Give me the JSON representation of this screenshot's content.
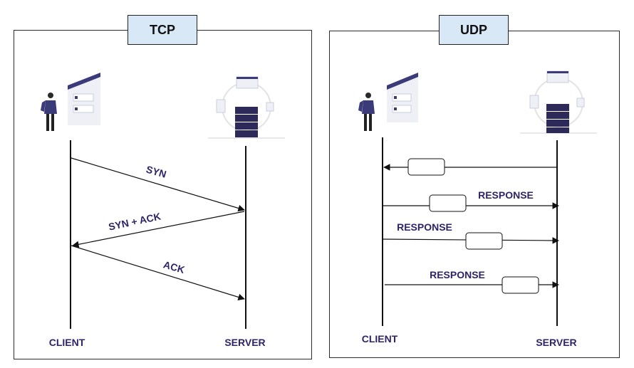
{
  "tcp": {
    "title": "TCP",
    "client_label": "CLIENT",
    "server_label": "SERVER",
    "messages": [
      "SYN",
      "SYN + ACK",
      "ACK"
    ]
  },
  "udp": {
    "title": "UDP",
    "client_label": "CLIENT",
    "server_label": "SERVER",
    "responses": [
      "RESPONSE",
      "RESPONSE",
      "RESPONSE"
    ]
  },
  "colors": {
    "label": "#2e2468",
    "title_fill": "#d9e8f7",
    "server_rack": "#2d2a5a",
    "person": "#3c3b7a"
  },
  "icons": [
    "person-icon",
    "browser-window-icon",
    "server-icon"
  ]
}
